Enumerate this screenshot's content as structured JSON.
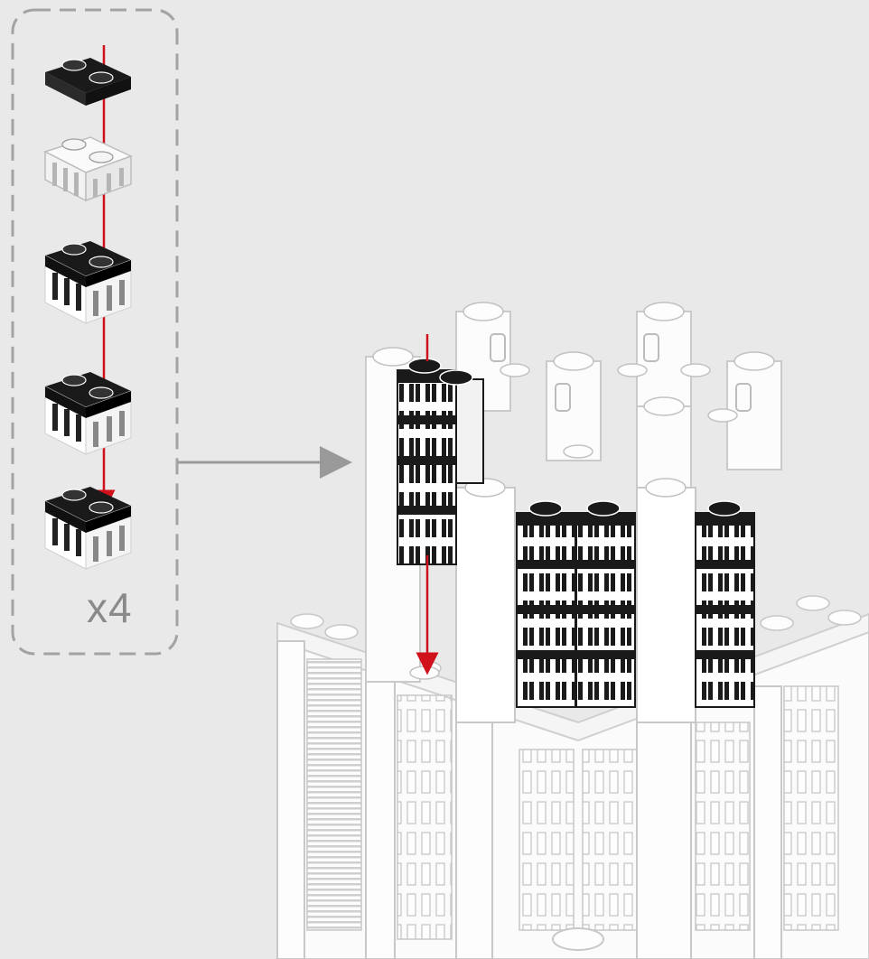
{
  "diagram": {
    "type": "building-instruction-step",
    "subassembly": {
      "repeat_label": "x4",
      "parts": [
        {
          "part": "plate-1x2",
          "color": "#1a1a1a"
        },
        {
          "part": "brick-1x2-windowed",
          "color": "#ffffff"
        },
        {
          "part": "brick-1x2-windowed",
          "color": "#1a1a1a"
        },
        {
          "part": "brick-1x2-windowed",
          "color": "#1a1a1a"
        },
        {
          "part": "brick-1x2-windowed",
          "color": "#1a1a1a"
        }
      ],
      "frame_style": "dashed-rounded"
    },
    "callout_arrow": "gray",
    "placement_arrow_color": "#d0101b",
    "model": {
      "description_style": "line-art",
      "new_columns_count": 4,
      "new_part_color": "#1a1a1a"
    },
    "colors": {
      "background": "#e9e9ea",
      "line": "#c9c9c9",
      "frame": "#a3a3a3",
      "arrow_gray": "#9a9a9a",
      "arrow_red": "#d0101b",
      "black_part": "#1a1a1a"
    }
  }
}
